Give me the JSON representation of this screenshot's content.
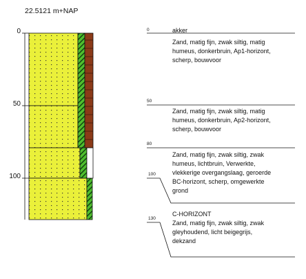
{
  "title": "22.5121 m+NAP",
  "colors": {
    "sand": "#eaf03a",
    "humus_strip": "#8b3a18",
    "hatch_green": "#4fbe2e",
    "line": "#111111"
  },
  "axis_ticks": [
    "0",
    "50",
    "100"
  ],
  "layers": [
    {
      "depth": "0",
      "name": "akker",
      "lines": [
        "Zand, matig fijn, zwak siltig, matig",
        "humeus, donkerbruin, Ap1-horizont,",
        "scherp, bouwvoor"
      ]
    },
    {
      "depth": "50",
      "name": "",
      "lines": [
        "Zand, matig fijn, zwak siltig, matig",
        "humeus, donkerbruin, Ap2-horizont,",
        "scherp, bouwvoor"
      ]
    },
    {
      "depth": "80",
      "name": "",
      "lines": [
        "Zand, matig fijn, zwak siltig, zwak",
        "humeus, lichtbruin, Verwerkte,",
        "vlekkerige overgangslaag, geroerde",
        "BC-horizont, scherp, omgewerkte",
        "grond"
      ]
    },
    {
      "depth": "100",
      "name": "",
      "lines": []
    },
    {
      "depth": "130",
      "name": "C-HORIZONT",
      "lines": [
        "Zand, matig fijn, zwak siltig, zwak",
        "gleyhoudend, licht beigegrijs,",
        "dekzand"
      ]
    }
  ]
}
